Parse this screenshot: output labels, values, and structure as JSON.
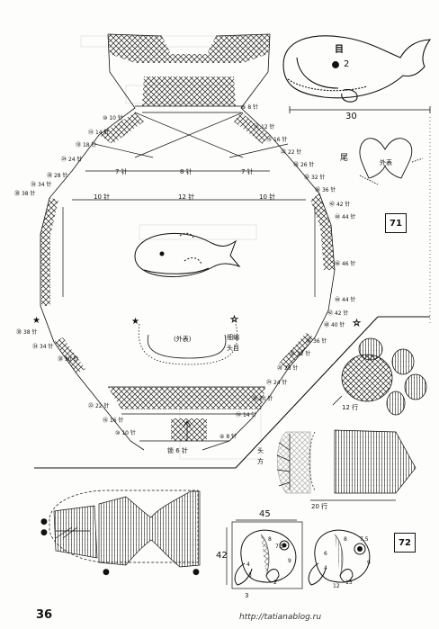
{
  "page_number": "36",
  "website": "http://tatianablog.ru",
  "figure_71": {
    "number": "71",
    "whale_labels": {
      "eye": "目",
      "eye_count": "2",
      "tail": "尾",
      "width": "30"
    },
    "tail_label": "外表",
    "center_labels": {
      "outer": "(外表)",
      "weave": "细编",
      "head": "头目"
    },
    "bottom_label": "锁 6 针",
    "rows_left": [
      {
        "row": "⑩",
        "note": "10 针"
      },
      {
        "row": "⑭",
        "note": "14 针"
      },
      {
        "row": "⑱",
        "note": "18 针"
      },
      {
        "row": "㉔",
        "note": "24 针"
      },
      {
        "row": "㉘",
        "note": "28 针"
      },
      {
        "row": "㉞",
        "note": "34 针"
      },
      {
        "row": "㊳",
        "note": "38 针"
      },
      {
        "row": "㊳",
        "note": "38 针"
      },
      {
        "row": "㉞",
        "note": "34 针"
      },
      {
        "row": "㉚",
        "note": "30 针"
      },
      {
        "row": "㉒",
        "note": "22 针"
      },
      {
        "row": "⑯",
        "note": "16 针"
      },
      {
        "row": "⑩",
        "note": "10 针"
      }
    ],
    "rows_right": [
      {
        "row": "⑧",
        "note": "8 针"
      },
      {
        "row": "⑫",
        "note": "12 针"
      },
      {
        "row": "⑯",
        "note": "16 针"
      },
      {
        "row": "㉒",
        "note": "22 针"
      },
      {
        "row": "㉖",
        "note": "26 针"
      },
      {
        "row": "㉜",
        "note": "32 针"
      },
      {
        "row": "㊱",
        "note": "36 针"
      },
      {
        "row": "㊷",
        "note": "42 针"
      },
      {
        "row": "㊹",
        "note": "44 针"
      },
      {
        "row": "㊻",
        "note": "46 针"
      },
      {
        "row": "㊹",
        "note": "44 针"
      },
      {
        "row": "㊷",
        "note": "42 针"
      },
      {
        "row": "㊵",
        "note": "40 针"
      },
      {
        "row": "㊱",
        "note": "36 针"
      },
      {
        "row": "㉜",
        "note": "32 针"
      },
      {
        "row": "㉘",
        "note": "28 针"
      },
      {
        "row": "㉔",
        "note": "24 针"
      },
      {
        "row": "⑳",
        "note": "20 针"
      },
      {
        "row": "⑭",
        "note": "14 针"
      },
      {
        "row": "⑧",
        "note": "8 针"
      }
    ],
    "inner_counts": [
      "7 针",
      "8 针",
      "7 针",
      "10 针",
      "12 针",
      "10 针"
    ]
  },
  "figure_72": {
    "number": "72",
    "flower_rows": "12 行",
    "fin_labels": {
      "head": "头",
      "direction": "方",
      "rows": "20 行"
    },
    "fish_dims": {
      "width": "45",
      "height": "42",
      "base": "3"
    },
    "fish_numbers_left": [
      "8",
      "7.5",
      "9",
      "4",
      "2",
      "3"
    ],
    "fish_numbers_right": [
      "8",
      "7.5",
      "9",
      "6",
      "4",
      "12",
      "13"
    ]
  }
}
